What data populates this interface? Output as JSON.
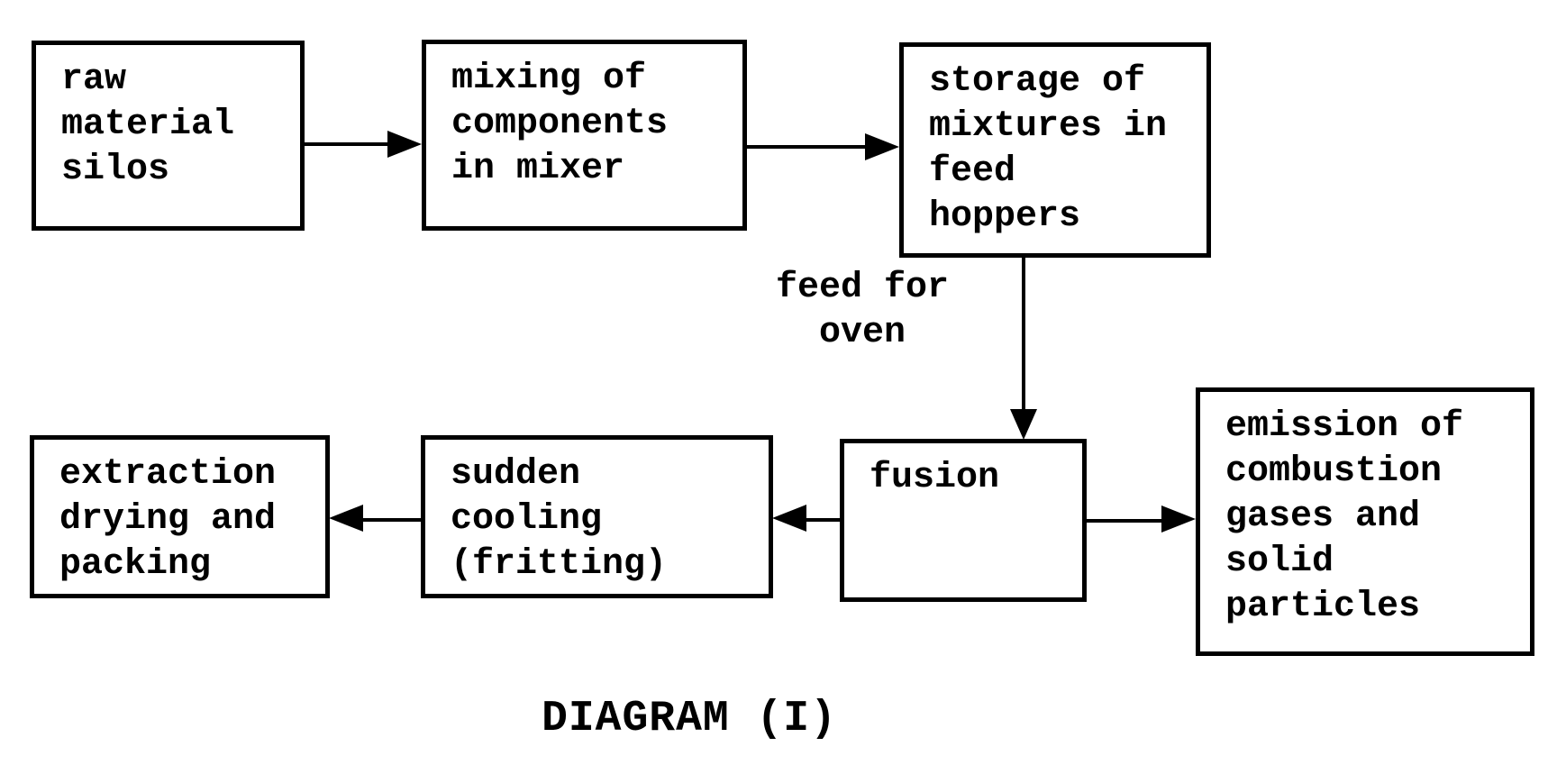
{
  "caption": "DIAGRAM (I)",
  "arrow_label": "feed for\noven",
  "nodes": {
    "raw": {
      "label": "raw\nmaterial\nsilos"
    },
    "mixing": {
      "label": "mixing of\ncomponents\nin mixer"
    },
    "storage": {
      "label": "storage of\nmixtures in\nfeed\nhoppers"
    },
    "fusion": {
      "label": "fusion"
    },
    "cooling": {
      "label": "sudden\ncooling\n(fritting)"
    },
    "extraction": {
      "label": "extraction\ndrying and\npacking"
    },
    "emission": {
      "label": "emission of\ncombustion\ngases and\nsolid\nparticles"
    }
  },
  "colors": {
    "ink": "#000000",
    "paper": "#ffffff"
  }
}
